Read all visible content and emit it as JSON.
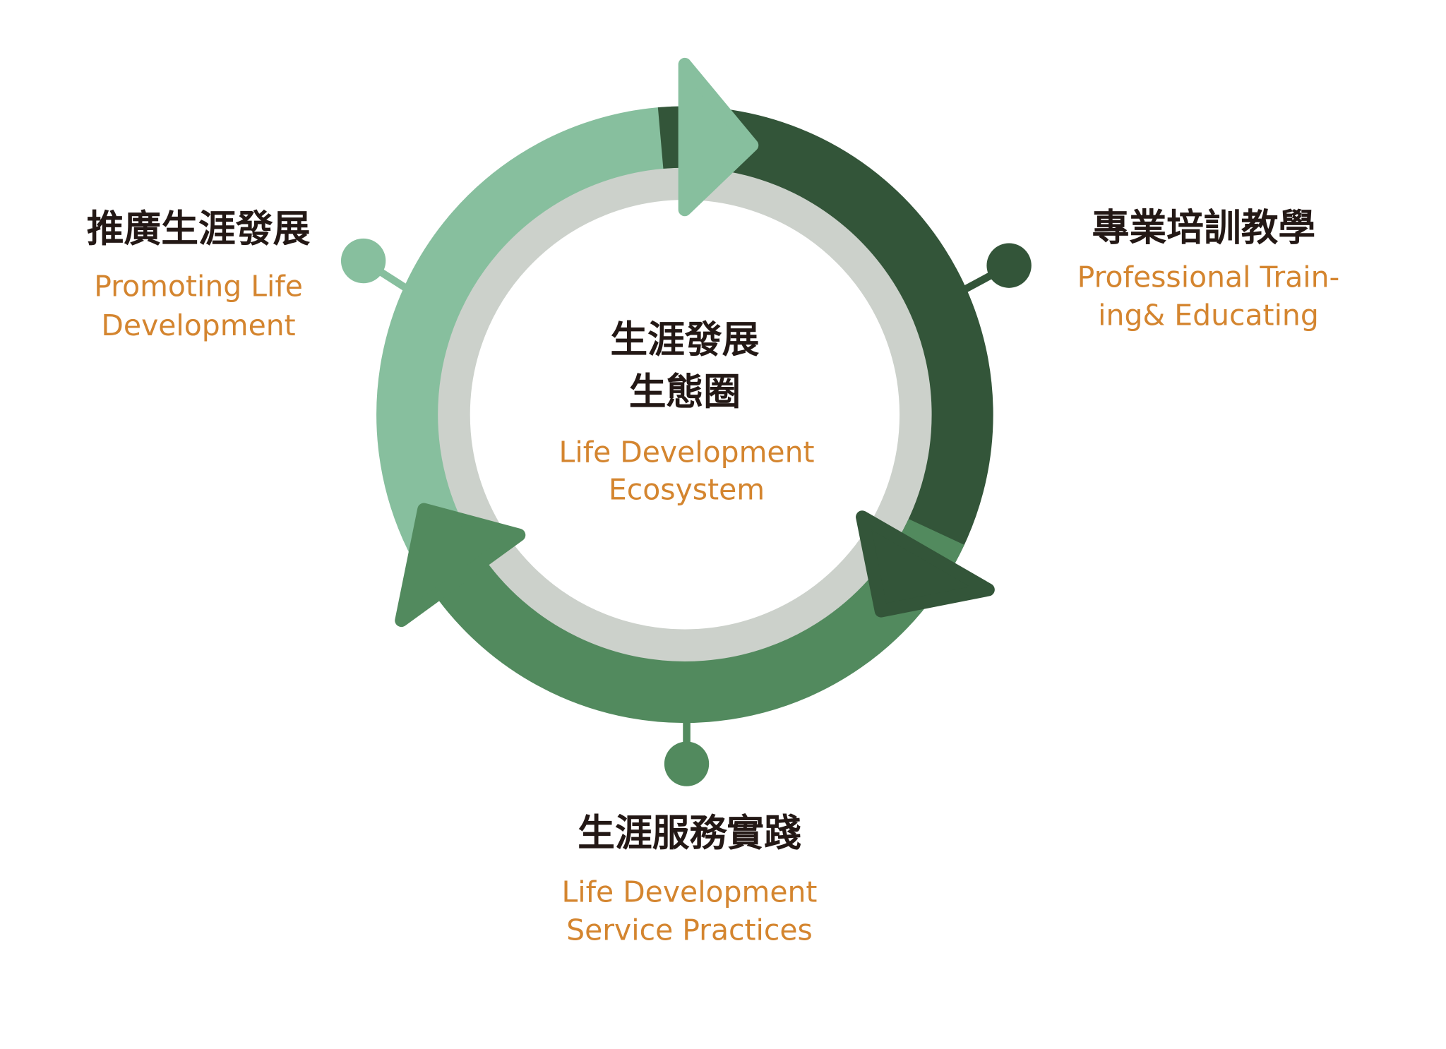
{
  "colors": {
    "light_green": "#87BF9E",
    "dark_green": "#335539",
    "mid_green": "#528A5E",
    "gray_ring": "#CCD1CB",
    "accent_orange": "#D4852F",
    "text_dark": "#231815"
  },
  "center": {
    "zh_line1": "生涯發展",
    "zh_line2": "生態圈",
    "en_line1": "Life Development",
    "en_line2": "Ecosystem"
  },
  "nodes": {
    "promoting": {
      "zh": "推廣生涯發展",
      "en_line1": "Promoting Life",
      "en_line2": "Development"
    },
    "training": {
      "zh": "專業培訓教學",
      "en_line1": "Professional Train-",
      "en_line2": "ing& Educating"
    },
    "service": {
      "zh": "生涯服務實踐",
      "en_line1": "Life Development",
      "en_line2": "Service Practices"
    }
  }
}
